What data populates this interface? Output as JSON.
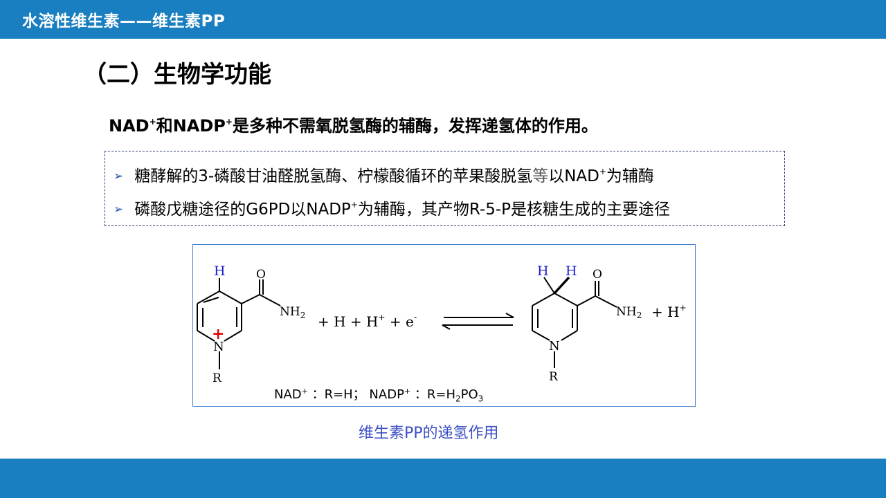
{
  "header": {
    "title": "水溶性维生素——维生素PP"
  },
  "section_heading": "（二）生物学功能",
  "intro": {
    "part1": "NAD",
    "sup1": "+",
    "part2": "和NADP",
    "sup2": "+",
    "part3": "是多种不需氧脱氢酶的辅酶，发挥递氢体的作用。"
  },
  "bullets": {
    "arrow": "➢",
    "b1_text": "糖酵解的3-磷酸甘油醛脱氢酶、柠檬酸循环的苹果酸脱氢",
    "b1_grey": "等",
    "b1_tail": "以NAD",
    "b1_sup": "+",
    "b1_end": "为辅酶",
    "b2_a": "磷酸戊糖途径的G6PD以NADP",
    "b2_sup": "+",
    "b2_b": "为辅酶，其产物R-5-P是核糖生成的主要途径"
  },
  "figure": {
    "H": "H",
    "O": "O",
    "N": "N",
    "R": "R",
    "NH2": "NH",
    "sub2": "2",
    "plus_charge": "+",
    "reagents": "+  H + H",
    "reagents_sup": "+",
    "reagents_tail": " + e",
    "e_sup": "-",
    "product_tail": "+  H",
    "product_sup": "+",
    "legend_a": "NAD",
    "legend_sup_a": "+",
    "legend_b": " ：R=H；  NADP",
    "legend_sup_b": "+",
    "legend_c": " ：R=H",
    "legend_sub_c": "2",
    "legend_d": "PO",
    "legend_sub_d": "3"
  },
  "caption": "维生素PP的递氢作用",
  "colors": {
    "bar": "#1a7fc0",
    "caption": "#3b4fc4",
    "accent_H": "#1a1acc",
    "charge": "#e00000"
  }
}
